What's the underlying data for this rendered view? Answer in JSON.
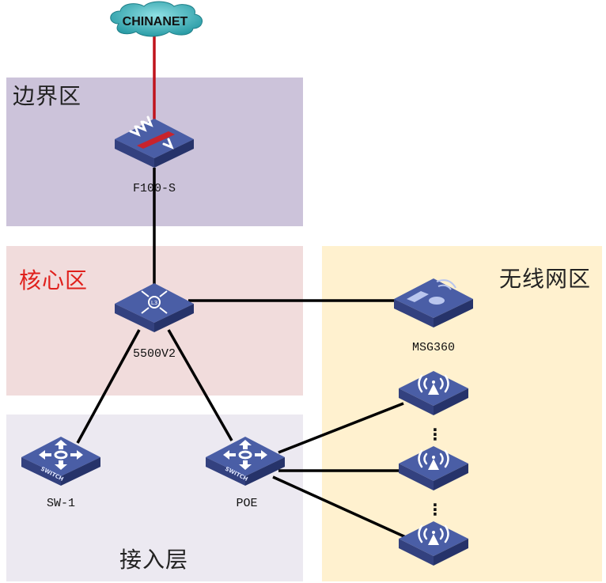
{
  "diagram": {
    "title": "",
    "zones": {
      "border": {
        "label": "边界区",
        "color": "#ccc3da"
      },
      "core": {
        "label": "核心区",
        "color": "#f1dcdc",
        "label_color": "#e0201c"
      },
      "wireless": {
        "label": "无线网区",
        "color": "#fff1cf"
      },
      "access": {
        "label": "接入层",
        "color": "#ece9f1"
      }
    },
    "nodes": {
      "internet": {
        "label": "CHINANET",
        "type": "cloud"
      },
      "firewall": {
        "label": "F100-S",
        "type": "firewall",
        "zone": "border"
      },
      "core_switch": {
        "label": "5500V2",
        "type": "l3-switch",
        "zone": "core"
      },
      "controller": {
        "label": "MSG360",
        "type": "wireless-controller",
        "zone": "wireless"
      },
      "sw1": {
        "label": "SW-1",
        "type": "switch",
        "zone": "access",
        "badge": "SWITCH"
      },
      "poe": {
        "label": "POE",
        "type": "switch",
        "zone": "access",
        "badge": "SWITCH"
      },
      "ap1": {
        "label": "",
        "type": "access-point",
        "zone": "wireless"
      },
      "ap2": {
        "label": "",
        "type": "access-point",
        "zone": "wireless"
      },
      "ap3": {
        "label": "",
        "type": "access-point",
        "zone": "wireless"
      }
    },
    "links": [
      {
        "from": "internet",
        "to": "firewall",
        "color": "#c0141c"
      },
      {
        "from": "firewall",
        "to": "core_switch",
        "color": "#000000"
      },
      {
        "from": "core_switch",
        "to": "controller",
        "color": "#000000"
      },
      {
        "from": "core_switch",
        "to": "sw1",
        "color": "#000000"
      },
      {
        "from": "core_switch",
        "to": "poe",
        "color": "#000000"
      },
      {
        "from": "poe",
        "to": "ap1",
        "color": "#000000"
      },
      {
        "from": "poe",
        "to": "ap2",
        "color": "#000000"
      },
      {
        "from": "poe",
        "to": "ap3",
        "color": "#000000"
      }
    ],
    "ellipsis": "⋮",
    "colors": {
      "device_top": "#4a5ea6",
      "device_left": "#33417f",
      "device_right": "#26336a",
      "cloud": "#3fb0b8",
      "firewall_bar": "#c8232c"
    }
  }
}
